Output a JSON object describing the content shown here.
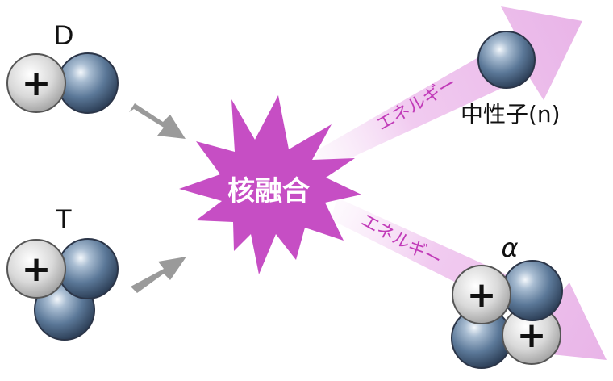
{
  "labels": {
    "deuterium": "D",
    "tritium": "T",
    "fusion": "核融合",
    "neutron": "中性子(n)",
    "alpha": "α",
    "energy_upper": "エネルギー",
    "energy_lower": "エネルギー"
  },
  "symbols": {
    "proton_sign": "+"
  },
  "colors": {
    "fusion_star": "#c64ec4",
    "energy_arrow": "#efc5ee",
    "energy_text": "#c13ab8",
    "input_arrow": "#9a9a9a",
    "neutron": "#4f6d8f",
    "proton": "#cfcfcf"
  },
  "icons": {
    "input_arrow": "arrow-right-down-icon",
    "energy_arrow": "arrow-right-icon",
    "star": "starburst-icon"
  }
}
